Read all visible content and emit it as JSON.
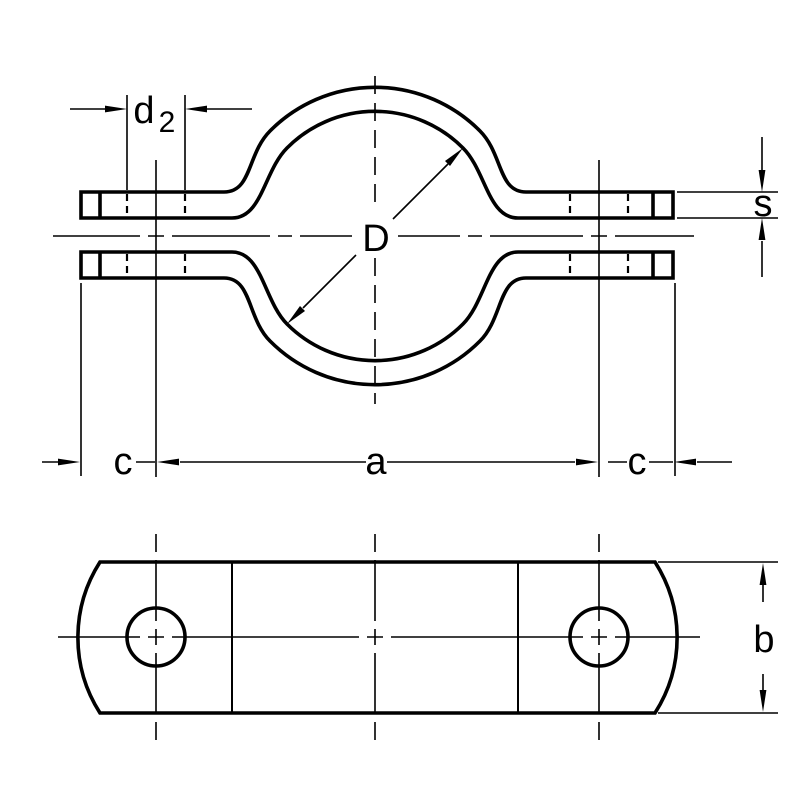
{
  "colors": {
    "background": "#ffffff",
    "line": "#000000"
  },
  "front_view": {
    "dims": {
      "d2_base": "d",
      "d2_sub": "2",
      "pipe_diameter": "D",
      "thickness": "s",
      "c_left": "c",
      "hole_spacing": "a",
      "c_right": "c"
    }
  },
  "plan_view": {
    "dims": {
      "width": "b"
    }
  }
}
